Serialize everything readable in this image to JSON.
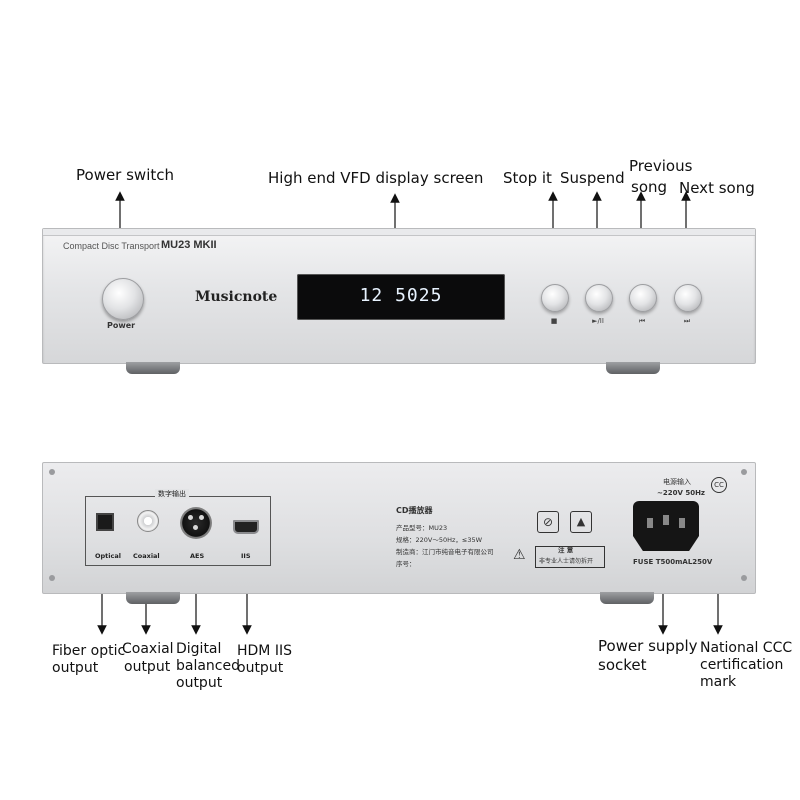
{
  "front_panel": {
    "model_left": "Compact Disc Transport",
    "model_right": "MU23 MKII",
    "brand": "Musicnote",
    "power_label": "Power",
    "vfd_text": "12 5025",
    "button_symbols": [
      "■",
      "►/II",
      "⏮",
      "⏭"
    ]
  },
  "rear_panel": {
    "digital_out_title": "数字输出",
    "jack_labels": [
      "Optical",
      "Coaxial",
      "AES",
      "IIS"
    ],
    "info_title": "CD播放器",
    "info_lines": [
      "产品型号：MU23",
      "规格：220V～50Hz，≤35W",
      "制造商：江门市纯音电子有限公司",
      "序号："
    ],
    "notice": "注 意",
    "notice_sub": "非专业人士请勿拆开",
    "power_input": "电源输入",
    "power_spec": "~220V 50Hz",
    "fuse": "FUSE T500mAL250V"
  },
  "callouts": {
    "power_switch": "Power switch",
    "vfd": "High end VFD display screen",
    "stop": "Stop it",
    "suspend": "Suspend",
    "previous_l1": "Previous",
    "previous_l2": "song",
    "next": "Next song",
    "fiber_l1": "Fiber optic",
    "fiber_l2": "output",
    "coax_l1": "Coaxial",
    "coax_l2": "output",
    "digital_l1": "Digital",
    "digital_l2": "balanced",
    "digital_l3": "output",
    "hdmi_l1": "HDM IIS",
    "hdmi_l2": "output",
    "power_socket_l1": "Power supply",
    "power_socket_l2": "socket",
    "ccc_l1": "National CCC",
    "ccc_l2": "certification",
    "ccc_l3": "mark"
  },
  "colors": {
    "chassis": "#e2e3e5",
    "vfd_background": "#0b0b0c",
    "vfd_text": "#e8f3ff",
    "arrow": "#111111"
  }
}
